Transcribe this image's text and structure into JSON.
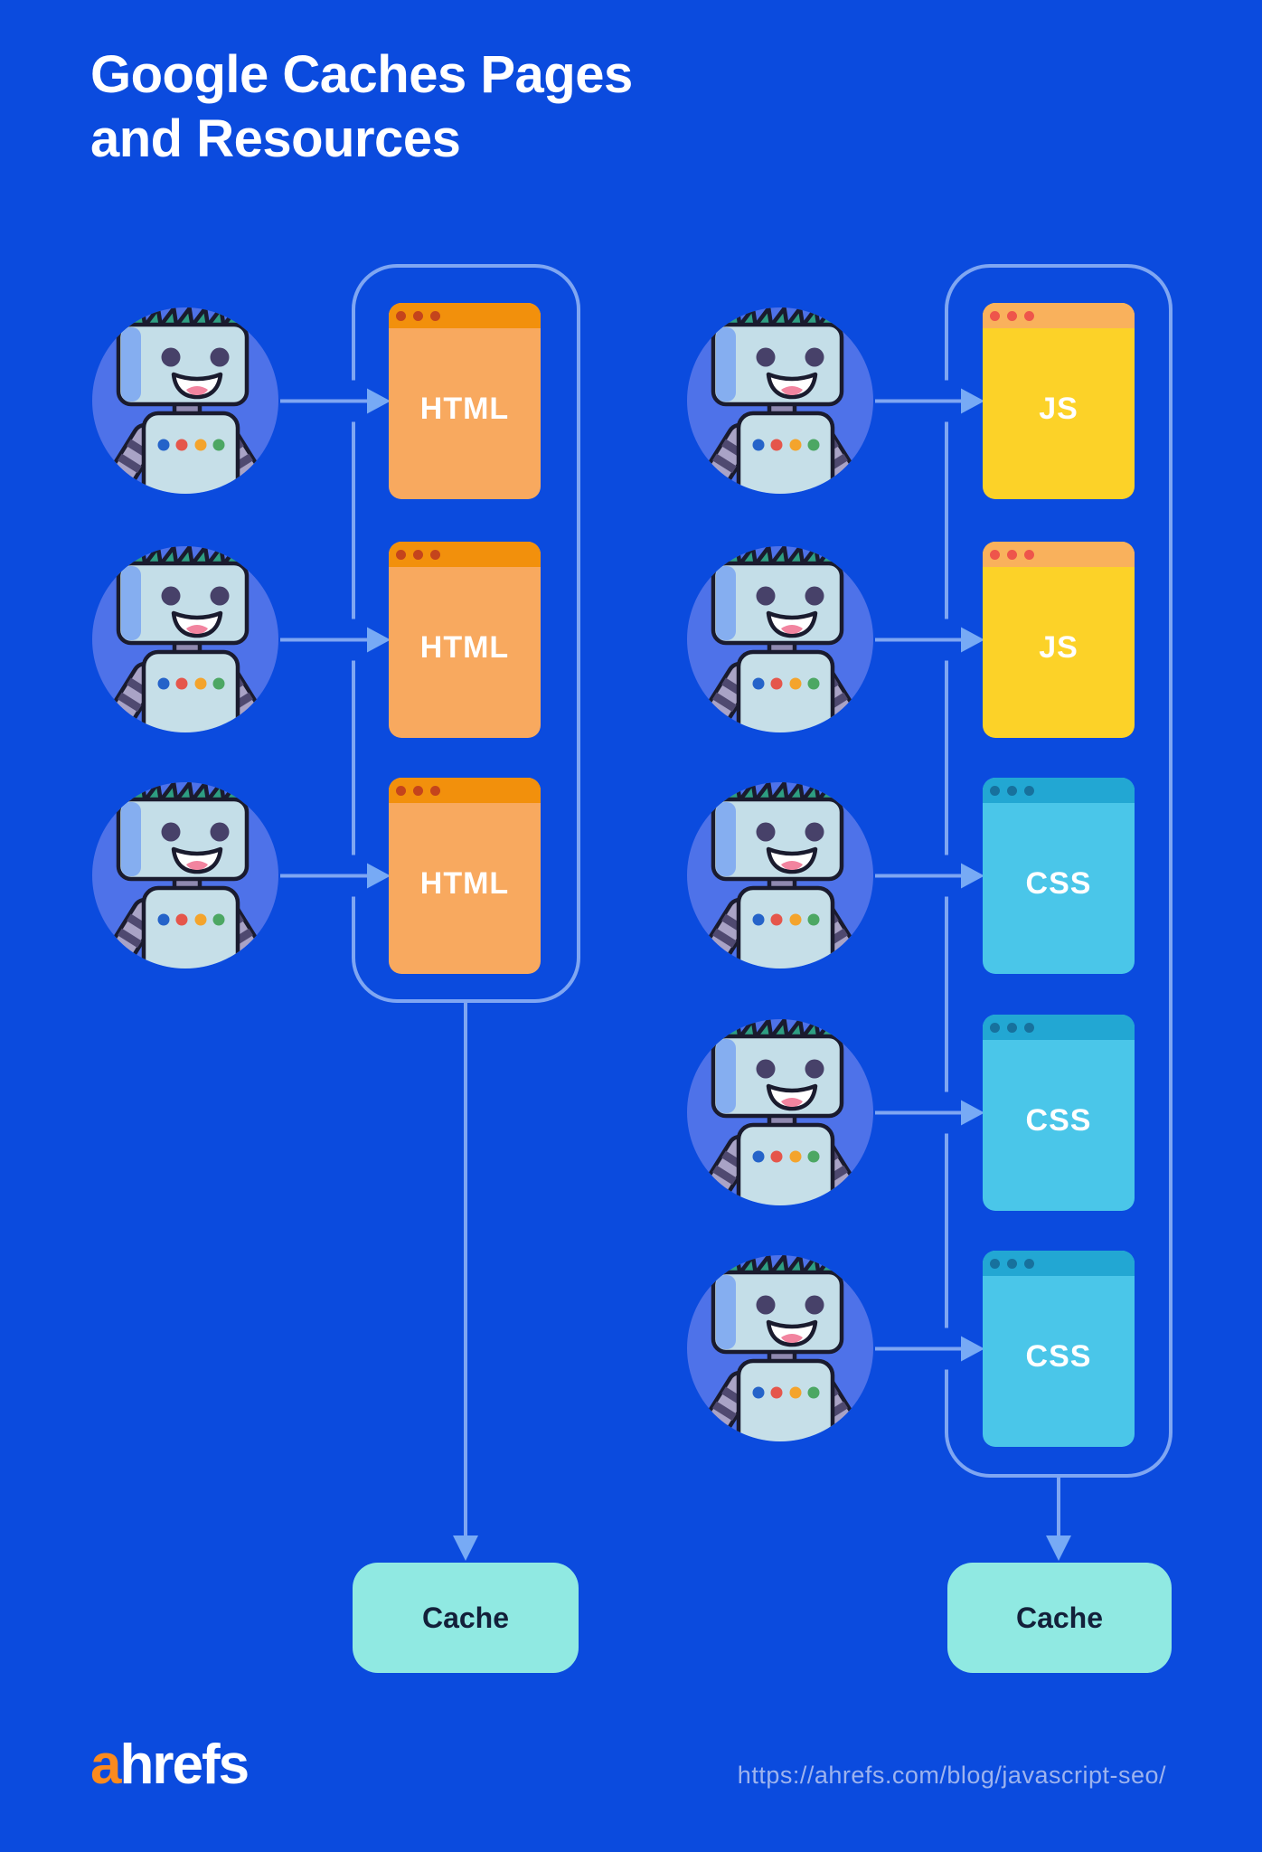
{
  "title": {
    "line1": "Google Caches Pages",
    "line2": "and Resources"
  },
  "diagram": {
    "left_group": {
      "cards": [
        {
          "label": "HTML",
          "type": "html"
        },
        {
          "label": "HTML",
          "type": "html"
        },
        {
          "label": "HTML",
          "type": "html"
        }
      ],
      "cache_label": "Cache"
    },
    "right_group": {
      "cards": [
        {
          "label": "JS",
          "type": "js"
        },
        {
          "label": "JS",
          "type": "js"
        },
        {
          "label": "CSS",
          "type": "css"
        },
        {
          "label": "CSS",
          "type": "css"
        },
        {
          "label": "CSS",
          "type": "css"
        }
      ],
      "cache_label": "Cache"
    }
  },
  "footer": {
    "logo_prefix": "a",
    "logo_suffix": "hrefs",
    "url": "https://ahrefs.com/blog/javascript-seo/"
  },
  "colors": {
    "background": "#0B4BDE",
    "connector_line": "#7FA6F2",
    "arrowhead": "#77AAF5",
    "robot_circle": "#4E72E9",
    "html_header": "#F2900C",
    "html_body": "#F8A95F",
    "js_header": "#F9B15C",
    "js_body": "#FCD228",
    "css_header": "#22A7D3",
    "css_body": "#4AC6E9",
    "cache_fill": "#90E9E2",
    "cache_text": "#13203A",
    "logo_orange": "#FB8A1E",
    "url_text": "#9DB3EE"
  },
  "icons": {
    "robot": "googlebot-icon",
    "card": "browser-window-icon",
    "arrow": "arrow-icon"
  }
}
